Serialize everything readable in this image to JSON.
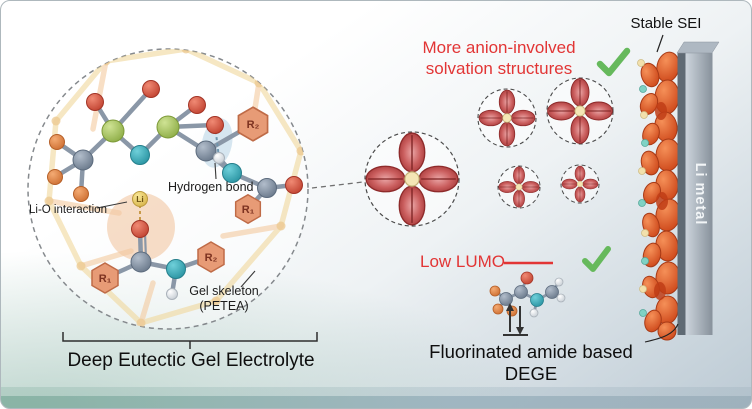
{
  "figure": {
    "left": {
      "li_o_interaction": "Li-O interaction",
      "hydrogen_bond": "Hydrogen bond",
      "gel_skeleton_line1": "Gel skeleton",
      "gel_skeleton_line2": "(PETEA)",
      "li_atom": "Li",
      "r1": "R₁",
      "r2": "R₂",
      "caption": "Deep Eutectic Gel Electrolyte"
    },
    "middle": {
      "headline_line1": "More anion-involved",
      "headline_line2": "solvation structures",
      "lumo_label": "Low LUMO",
      "caption": "Fluorinated amide based DEGE"
    },
    "right": {
      "sei_label": "Stable SEI",
      "li_metal_label": "Li metal"
    }
  },
  "colors": {
    "headline_red": "#e23535",
    "checkmark_green": "#66b95c",
    "petal_red": "#cb5f5f",
    "sei_orange": "#d95426",
    "li_metal_gray": "#97a1ab",
    "hexagon_salmon": "#e79b76",
    "atom_oxygen": "#c24432",
    "atom_nitrogen": "#2b95a3",
    "atom_sulfur": "#8fae48",
    "atom_carbon": "#6b7a8c",
    "atom_fluorine": "#cf7134",
    "atom_lithium": "#d8b54c"
  }
}
